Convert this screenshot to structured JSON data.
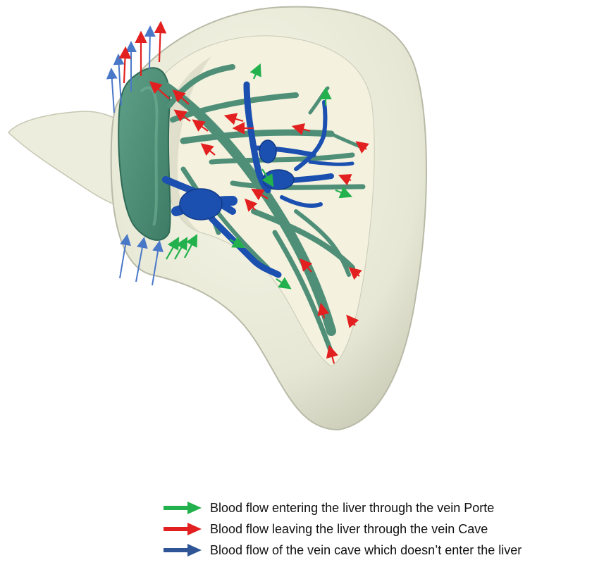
{
  "colors": {
    "background": "#ffffff",
    "liver_surface": "#e9ead9",
    "liver_shadow": "#b9bba8",
    "liver_interior": "#f2f1df",
    "vein_porte": "#4f8f78",
    "vein_porte_dark": "#2f6b57",
    "vein_cave": "#1b4fb0",
    "vein_cave_dark": "#123a86",
    "arrow_green": "#22b14c",
    "arrow_red": "#e32020",
    "arrow_blue": "#4a78c9",
    "legend_blue": "#2f5597"
  },
  "legend": [
    {
      "color_key": "arrow_green",
      "icon": "green-arrow-icon",
      "text": "Blood flow entering the liver through the vein Porte"
    },
    {
      "color_key": "arrow_red",
      "icon": "red-arrow-icon",
      "text": "Blood flow leaving the liver through the vein Cave"
    },
    {
      "color_key": "legend_blue",
      "icon": "blue-arrow-icon",
      "text": "Blood flow of the vein cave which doesn’t enter the liver"
    }
  ]
}
